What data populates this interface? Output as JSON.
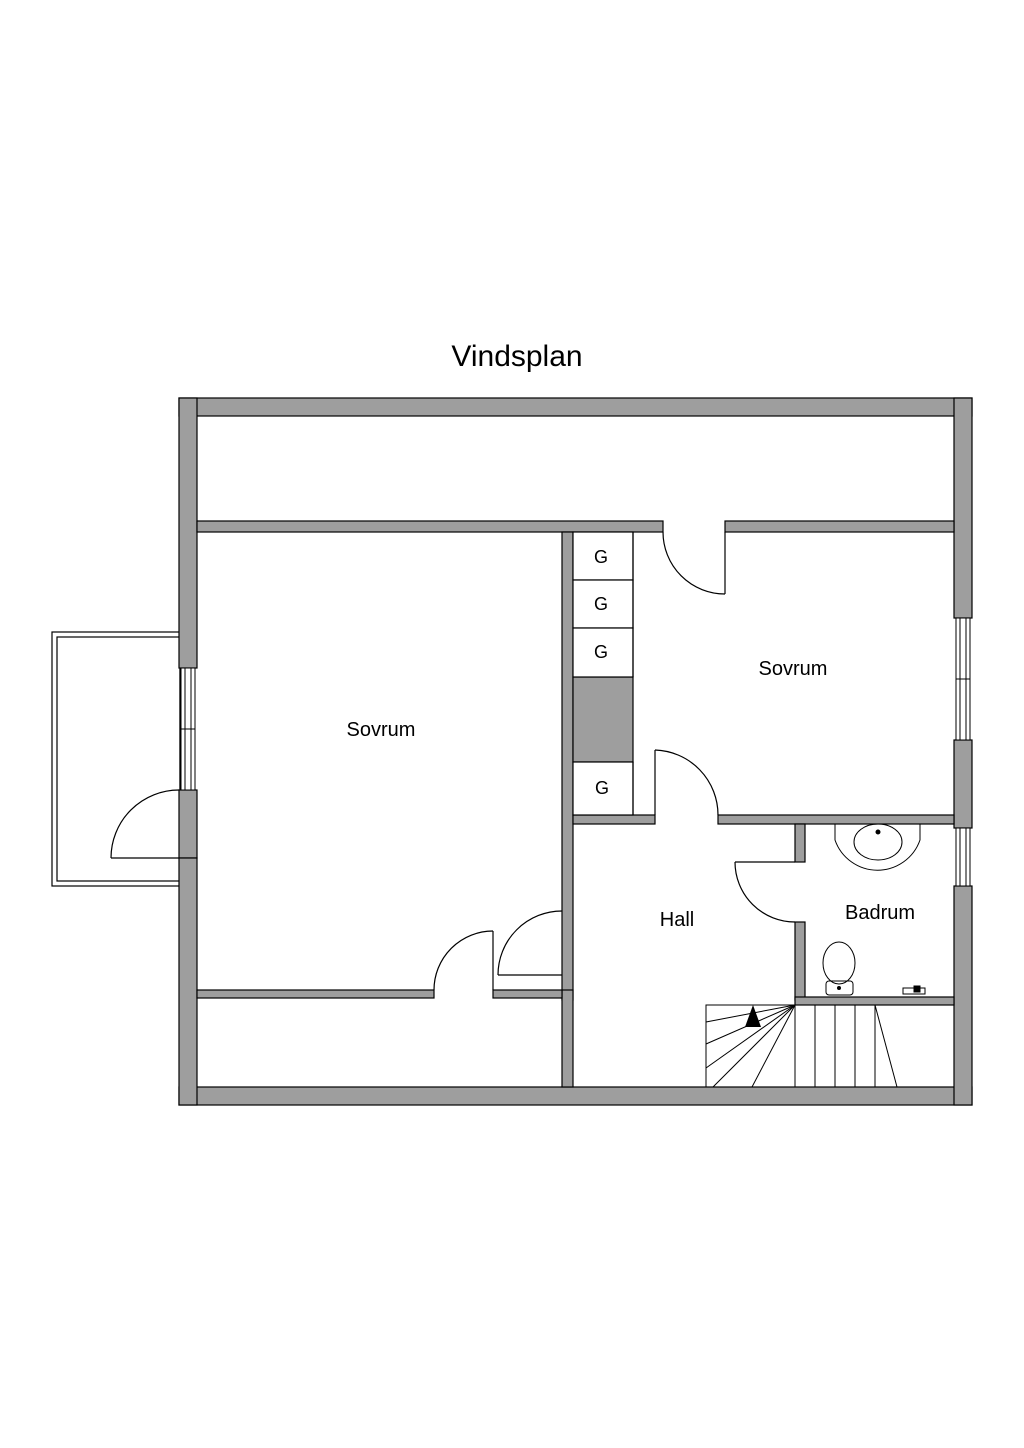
{
  "title": "Vindsplan",
  "rooms": {
    "bedroom_left": "Sovrum",
    "bedroom_right": "Sovrum",
    "hall": "Hall",
    "bathroom": "Badrum"
  },
  "wardrobes": [
    "G",
    "G",
    "G",
    "G"
  ],
  "colors": {
    "wall": "#9e9e9e",
    "line": "#000000",
    "background": "#ffffff"
  }
}
